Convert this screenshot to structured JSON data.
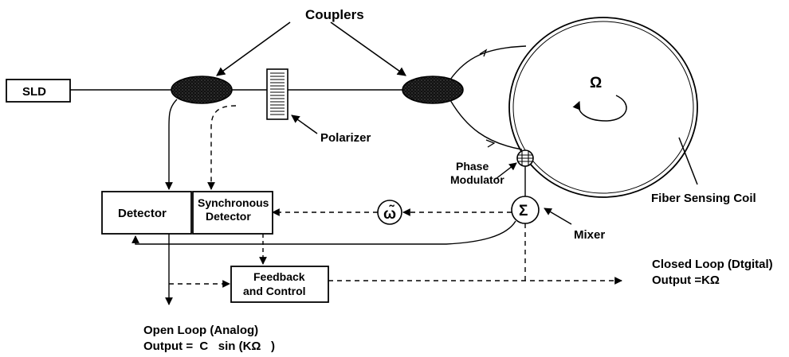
{
  "labels": {
    "couplers": "Couplers",
    "sld": "SLD",
    "polarizer": "Polarizer",
    "omega_coil": "Ω",
    "phase_modulator_line1": "Phase",
    "phase_modulator_line2": "Modulator",
    "fiber_sensing_coil": "Fiber Sensing Coil",
    "detector": "Detector",
    "sync_detector_line1": "Synchronous",
    "sync_detector_line2": "Detector",
    "oscillator": "ω̃",
    "mixer_symbol": "Σ",
    "mixer": "Mixer",
    "feedback_line1": "Feedback",
    "feedback_line2": "and Control",
    "closed_loop_line1": "Closed Loop (Dtgital)",
    "closed_loop_line2": "Output =KΩ",
    "open_loop_line1": "Open Loop (Analog)",
    "open_loop_line2": "Output =  C   sin (KΩ   )"
  }
}
